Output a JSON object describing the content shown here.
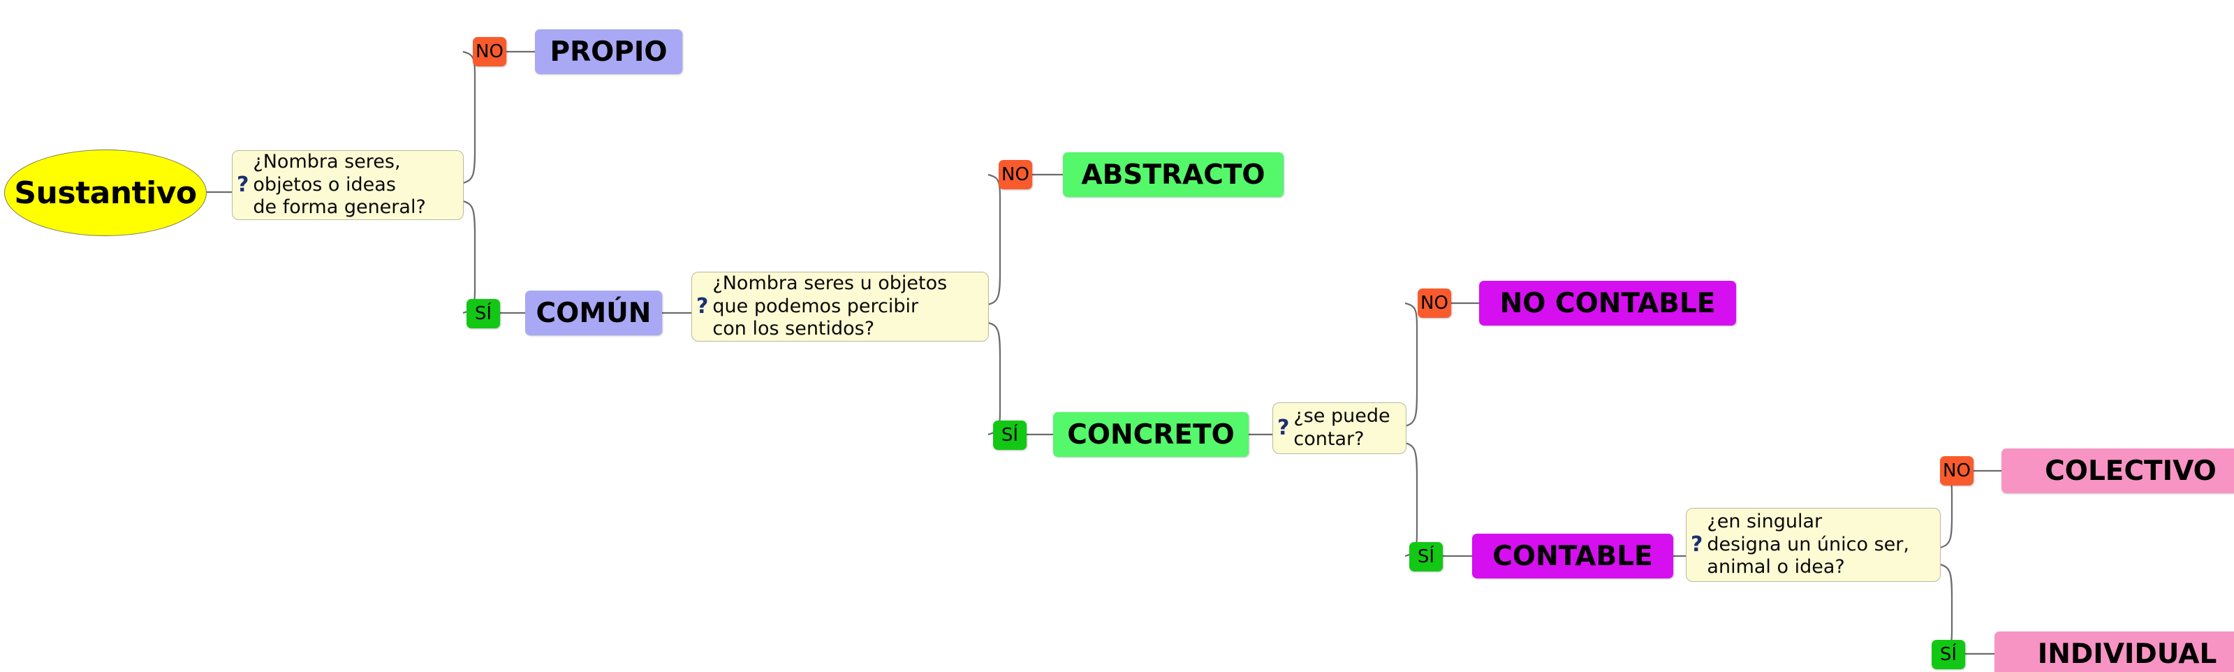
{
  "diagram": {
    "title": "Sustantivo",
    "root": {
      "label": "Sustantivo",
      "shape": "ellipse",
      "fill": "#ffff00"
    },
    "question_icon": "?",
    "questions": [
      {
        "id": "q1",
        "text": "¿Nombra seres,\nobjetos o ideas\nde forma general?",
        "fill": "#fcfbd4"
      },
      {
        "id": "q2",
        "text": "¿Nombra seres u objetos\nque podemos percibir\ncon los sentidos?",
        "fill": "#fcfbd4"
      },
      {
        "id": "q3",
        "text": "¿se puede\ncontar?",
        "fill": "#fcfbd4"
      },
      {
        "id": "q4",
        "text": "¿en singular\ndesigna un único ser,\nanimal o idea?",
        "fill": "#fcfbd4"
      }
    ],
    "badges": {
      "no": "NO",
      "si": "SÍ",
      "no_color": "#f95b2c",
      "si_color": "#12c814"
    },
    "nodes": [
      {
        "id": "propio",
        "label": "PROPIO",
        "fill": "#a8a8f5"
      },
      {
        "id": "comun",
        "label": "COMÚN",
        "fill": "#a8a8f5"
      },
      {
        "id": "abstracto",
        "label": "ABSTRACTO",
        "fill": "#55f76b"
      },
      {
        "id": "concreto",
        "label": "CONCRETO",
        "fill": "#55f76b"
      },
      {
        "id": "no-contable",
        "label": "NO CONTABLE",
        "fill": "#d50ff0"
      },
      {
        "id": "contable",
        "label": "CONTABLE",
        "fill": "#d50ff0"
      },
      {
        "id": "colectivo",
        "label": "COLECTIVO",
        "fill": "#f794c3"
      },
      {
        "id": "individual",
        "label": "INDIVIDUAL",
        "fill": "#f794c3"
      }
    ],
    "branch_answers": [
      {
        "from": "q1",
        "answer": "NO",
        "to": "propio"
      },
      {
        "from": "q1",
        "answer": "SÍ",
        "to": "comun"
      },
      {
        "from": "q2",
        "answer": "NO",
        "to": "abstracto"
      },
      {
        "from": "q2",
        "answer": "SÍ",
        "to": "concreto"
      },
      {
        "from": "q3",
        "answer": "NO",
        "to": "no-contable"
      },
      {
        "from": "q3",
        "answer": "SÍ",
        "to": "contable"
      },
      {
        "from": "q4",
        "answer": "NO",
        "to": "colectivo"
      },
      {
        "from": "q4",
        "answer": "SÍ",
        "to": "individual"
      }
    ],
    "edge_color": "#6b6b6b"
  }
}
